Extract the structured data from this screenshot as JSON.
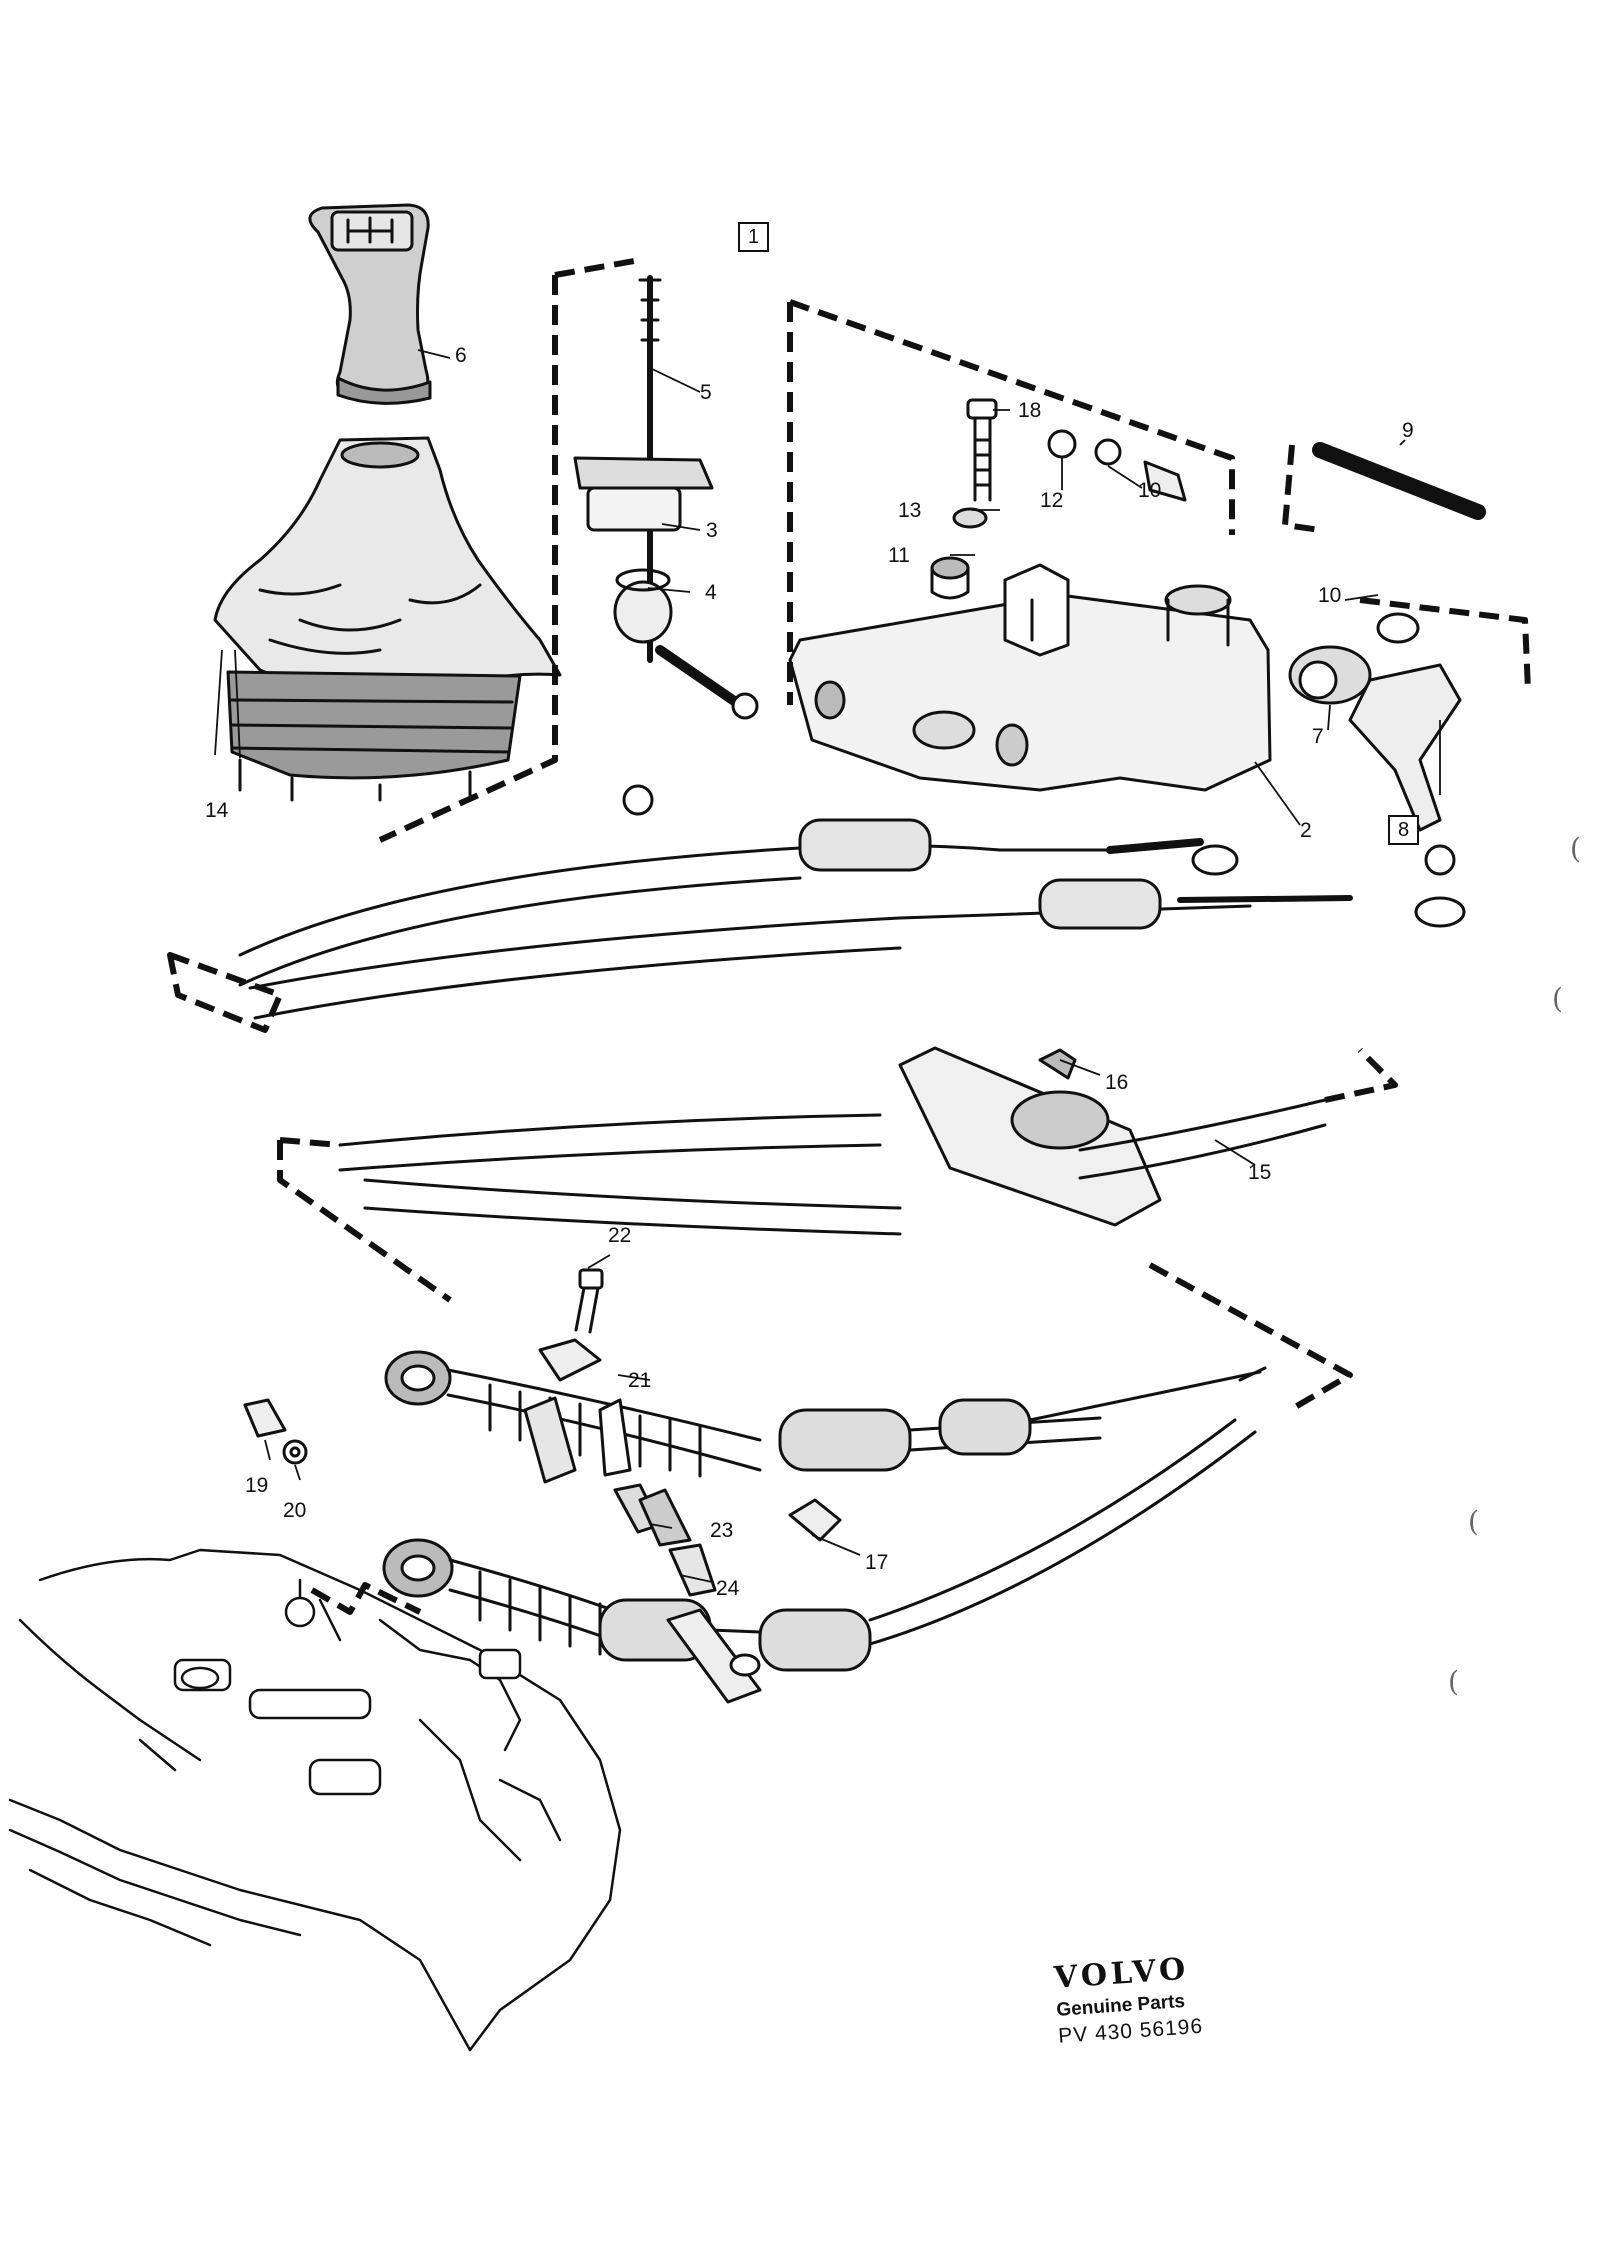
{
  "labels": {
    "c1": "1",
    "c2": "2",
    "c3": "3",
    "c4": "4",
    "c5": "5",
    "c6": "6",
    "c7": "7",
    "c8": "8",
    "c9": "9",
    "c10a": "10",
    "c10b": "10",
    "c11": "11",
    "c12": "12",
    "c13": "13",
    "c14": "14",
    "c15": "15",
    "c16": "16",
    "c17": "17",
    "c18": "18",
    "c19": "19",
    "c20": "20",
    "c21": "21",
    "c22": "22",
    "c23": "23",
    "c24": "24"
  },
  "brand": {
    "logo": "VOLVO",
    "tagline": "Genuine Parts",
    "code": "PV 430 56196"
  },
  "margin_marks": [
    "(",
    "(",
    "(",
    "("
  ]
}
